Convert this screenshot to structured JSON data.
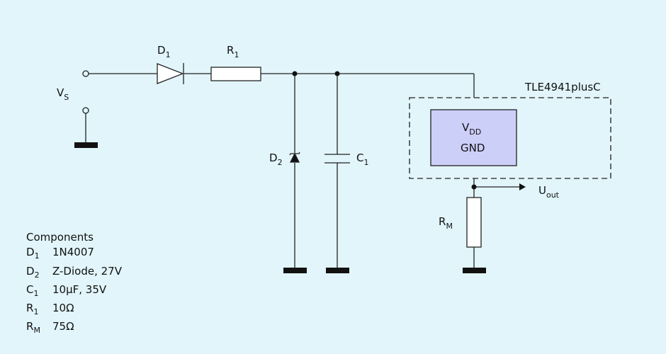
{
  "colors": {
    "background": "#e1f5fa",
    "wire": "#222222",
    "chip_fill": "#cccff8",
    "ground": "#111111"
  },
  "labels": {
    "vs": {
      "main": "V",
      "sub": "S"
    },
    "d1": {
      "main": "D",
      "sub": "1"
    },
    "r1": {
      "main": "R",
      "sub": "1"
    },
    "d2": {
      "main": "D",
      "sub": "2"
    },
    "c1": {
      "main": "C",
      "sub": "1"
    },
    "rm": {
      "main": "R",
      "sub": "M"
    },
    "uout": {
      "main": "U",
      "sub": "out"
    },
    "chip_name": "TLE4941plusC",
    "vdd": {
      "main": "V",
      "sub": "DD"
    },
    "gnd": "GND"
  },
  "components_list": {
    "title": "Components",
    "items": [
      {
        "name": "D",
        "sub": "1",
        "value": "1N4007"
      },
      {
        "name": "D",
        "sub": "2",
        "value": "Z-Diode, 27V"
      },
      {
        "name": "C",
        "sub": "1",
        "value": "10µF, 35V"
      },
      {
        "name": "R",
        "sub": "1",
        "value": "10Ω"
      },
      {
        "name": "R",
        "sub": "M",
        "value": "75Ω"
      }
    ]
  }
}
